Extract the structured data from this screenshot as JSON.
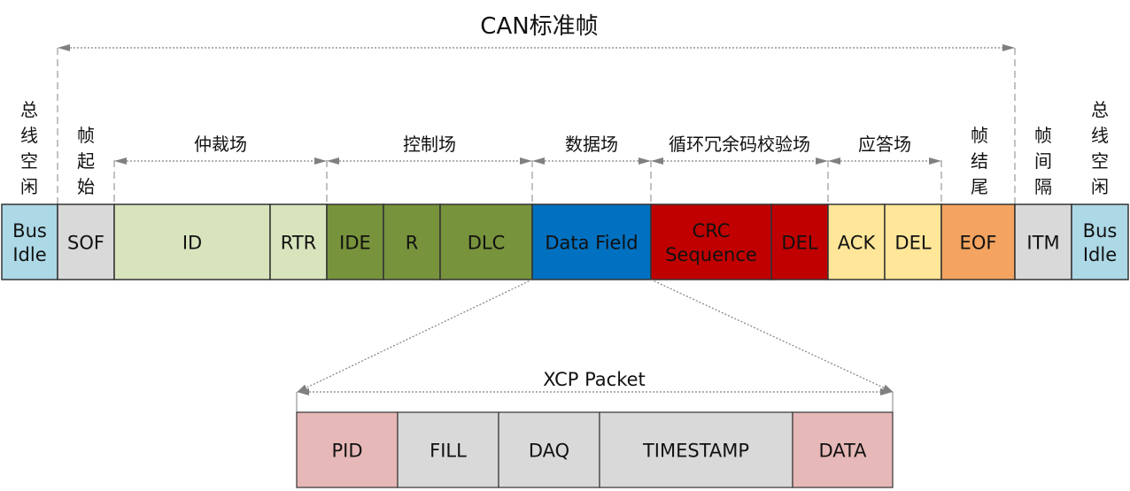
{
  "title": "CAN标准帧",
  "can_frame": {
    "fields": [
      {
        "key": "bus-idle-start",
        "label": [
          "Bus",
          "Idle"
        ],
        "color": "#add8e6",
        "text_color": "#111111"
      },
      {
        "key": "sof",
        "label": [
          "SOF"
        ],
        "color": "#d9d9d9",
        "text_color": "#111111"
      },
      {
        "key": "id",
        "label": [
          "ID"
        ],
        "color": "#d8e4bc",
        "text_color": "#111111"
      },
      {
        "key": "rtr",
        "label": [
          "RTR"
        ],
        "color": "#d8e4bc",
        "text_color": "#111111"
      },
      {
        "key": "ide",
        "label": [
          "IDE"
        ],
        "color": "#77933c",
        "text_color": "#111111"
      },
      {
        "key": "r",
        "label": [
          "R"
        ],
        "color": "#77933c",
        "text_color": "#111111"
      },
      {
        "key": "dlc",
        "label": [
          "DLC"
        ],
        "color": "#77933c",
        "text_color": "#111111"
      },
      {
        "key": "data-field",
        "label": [
          "Data Field"
        ],
        "color": "#0070c0",
        "text_color": "#111111"
      },
      {
        "key": "crc-sequence",
        "label": [
          "CRC",
          "Sequence"
        ],
        "color": "#c00000",
        "text_color": "#111111"
      },
      {
        "key": "crc-del",
        "label": [
          "DEL"
        ],
        "color": "#c00000",
        "text_color": "#111111"
      },
      {
        "key": "ack",
        "label": [
          "ACK"
        ],
        "color": "#ffe699",
        "text_color": "#111111"
      },
      {
        "key": "ack-del",
        "label": [
          "DEL"
        ],
        "color": "#ffe699",
        "text_color": "#111111"
      },
      {
        "key": "eof",
        "label": [
          "EOF"
        ],
        "color": "#f4a460",
        "text_color": "#111111"
      },
      {
        "key": "itm",
        "label": [
          "ITM"
        ],
        "color": "#d9d9d9",
        "text_color": "#111111"
      },
      {
        "key": "bus-idle-end",
        "label": [
          "Bus",
          "Idle"
        ],
        "color": "#add8e6",
        "text_color": "#111111"
      }
    ],
    "groups": [
      {
        "key": "arbitration",
        "label": "仲裁场"
      },
      {
        "key": "control",
        "label": "控制场"
      },
      {
        "key": "data",
        "label": "数据场"
      },
      {
        "key": "crc",
        "label": "循环冗余码校验场"
      },
      {
        "key": "ack",
        "label": "应答场"
      }
    ],
    "vertical_labels": [
      {
        "key": "bus-idle-start",
        "chars": [
          "总",
          "线",
          "空",
          "闲"
        ]
      },
      {
        "key": "sof",
        "chars": [
          "帧",
          "起",
          "始"
        ]
      },
      {
        "key": "eof",
        "chars": [
          "帧",
          "结",
          "尾"
        ]
      },
      {
        "key": "itm",
        "chars": [
          "帧",
          "间",
          "隔"
        ]
      },
      {
        "key": "bus-idle-end",
        "chars": [
          "总",
          "线",
          "空",
          "闲"
        ]
      }
    ]
  },
  "xcp_packet": {
    "title": "XCP Packet",
    "fields": [
      {
        "key": "pid",
        "label": "PID",
        "color": "#e6b8b7"
      },
      {
        "key": "fill",
        "label": "FILL",
        "color": "#d9d9d9"
      },
      {
        "key": "daq",
        "label": "DAQ",
        "color": "#d9d9d9"
      },
      {
        "key": "timestamp",
        "label": "TIMESTAMP",
        "color": "#d9d9d9"
      },
      {
        "key": "data",
        "label": "DATA",
        "color": "#e6b8b7"
      }
    ]
  },
  "colors": {
    "line": "#808080",
    "border": "#333333"
  }
}
